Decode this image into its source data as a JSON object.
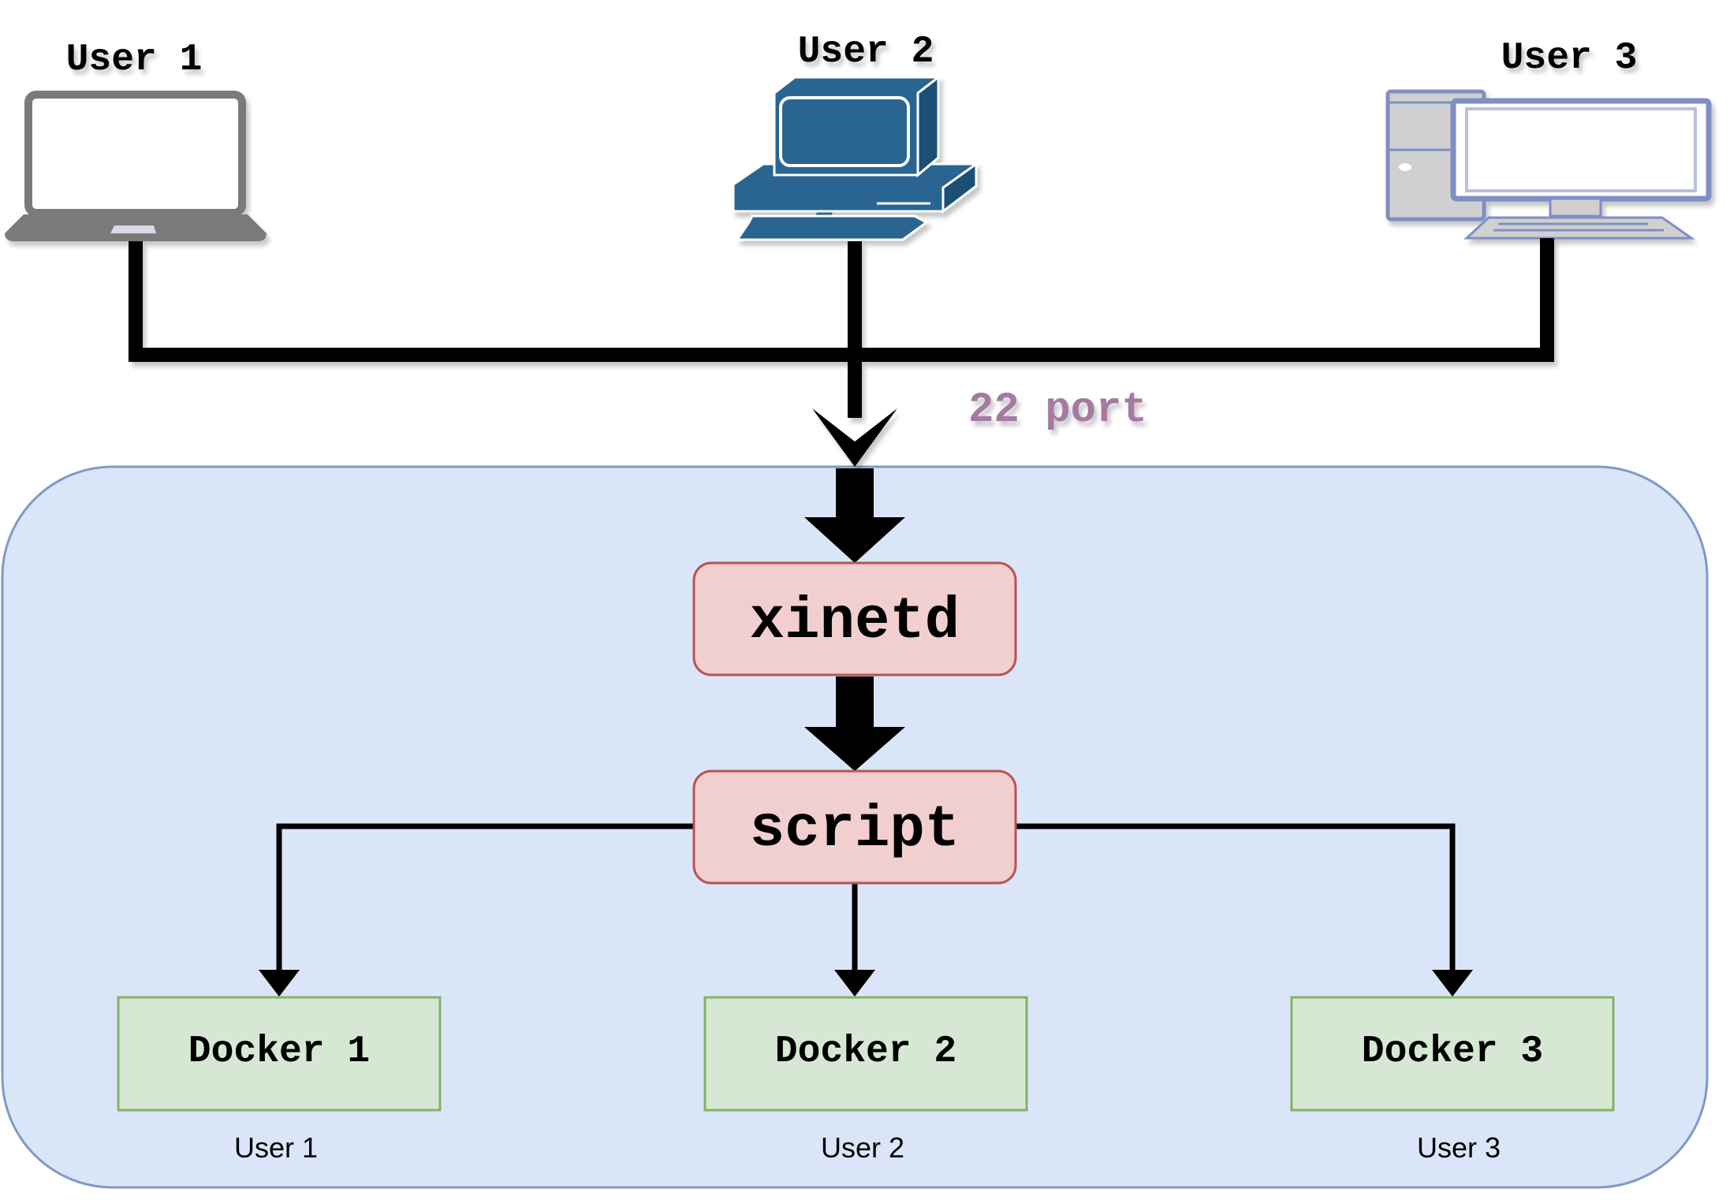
{
  "users": [
    {
      "label": "User 1",
      "device_icon": "laptop-icon",
      "device_color": "#7a7a7a"
    },
    {
      "label": "User 2",
      "device_icon": "desktop-workstation-icon",
      "device_color": "#2b6592"
    },
    {
      "label": "User 3",
      "device_icon": "desktop-computer-icon",
      "device_color": "#7f8fc4"
    }
  ],
  "connection": {
    "port_label": "22 port",
    "port_label_color": "#a57aa2"
  },
  "server": {
    "background": "#dae6f8",
    "border": "#7f99c9",
    "xinetd_label": "xinetd",
    "script_label": "script",
    "process_box_fill": "#f2cfcf",
    "process_box_border": "#b85450"
  },
  "dockers": [
    {
      "label": "Docker 1",
      "user_label": "User 1"
    },
    {
      "label": "Docker 2",
      "user_label": "User 2"
    },
    {
      "label": "Docker 3",
      "user_label": "User 3"
    }
  ],
  "docker_style": {
    "fill": "#d6e8d4",
    "border": "#82b366"
  }
}
